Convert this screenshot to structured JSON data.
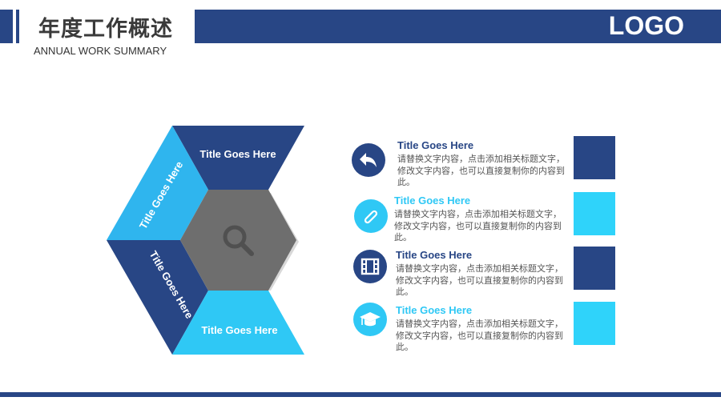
{
  "header": {
    "title": "年度工作概述",
    "subtitle": "ANNUAL WORK SUMMARY",
    "logo": "LOGO"
  },
  "hexagon": {
    "center_icon": "search-icon",
    "segments": [
      {
        "label": "Title Goes Here",
        "color": "#284685"
      },
      {
        "label": "Title Goes Here",
        "color": "#2fb5ee"
      },
      {
        "label": "Title Goes Here",
        "color": "#284685"
      },
      {
        "label": "Title Goes Here",
        "color": "#2fc8f5"
      }
    ]
  },
  "items": [
    {
      "icon": "reply-icon",
      "title": "Title Goes Here",
      "text": "请替换文字内容，点击添加相关标题文字，修改文字内容，也可以直接复制你的内容到此。",
      "title_color": "#284685",
      "icon_color": "#284685",
      "swatch_color": "#284685"
    },
    {
      "icon": "paperclip-icon",
      "title": "Title Goes Here",
      "text": "请替换文字内容，点击添加相关标题文字，修改文字内容，也可以直接复制你的内容到此。",
      "title_color": "#2fc8f5",
      "icon_color": "#2fc8f5",
      "swatch_color": "#2fd3fa"
    },
    {
      "icon": "film-icon",
      "title": "Title Goes Here",
      "text": "请替换文字内容，点击添加相关标题文字，修改文字内容，也可以直接复制你的内容到此。",
      "title_color": "#284685",
      "icon_color": "#284685",
      "swatch_color": "#284685"
    },
    {
      "icon": "graduation-cap-icon",
      "title": "Title Goes Here",
      "text": "请替换文字内容，点击添加相关标题文字，修改文字内容，也可以直接复制你的内容到此。",
      "title_color": "#2fc8f5",
      "icon_color": "#2fc8f5",
      "swatch_color": "#2fd3fa"
    }
  ]
}
